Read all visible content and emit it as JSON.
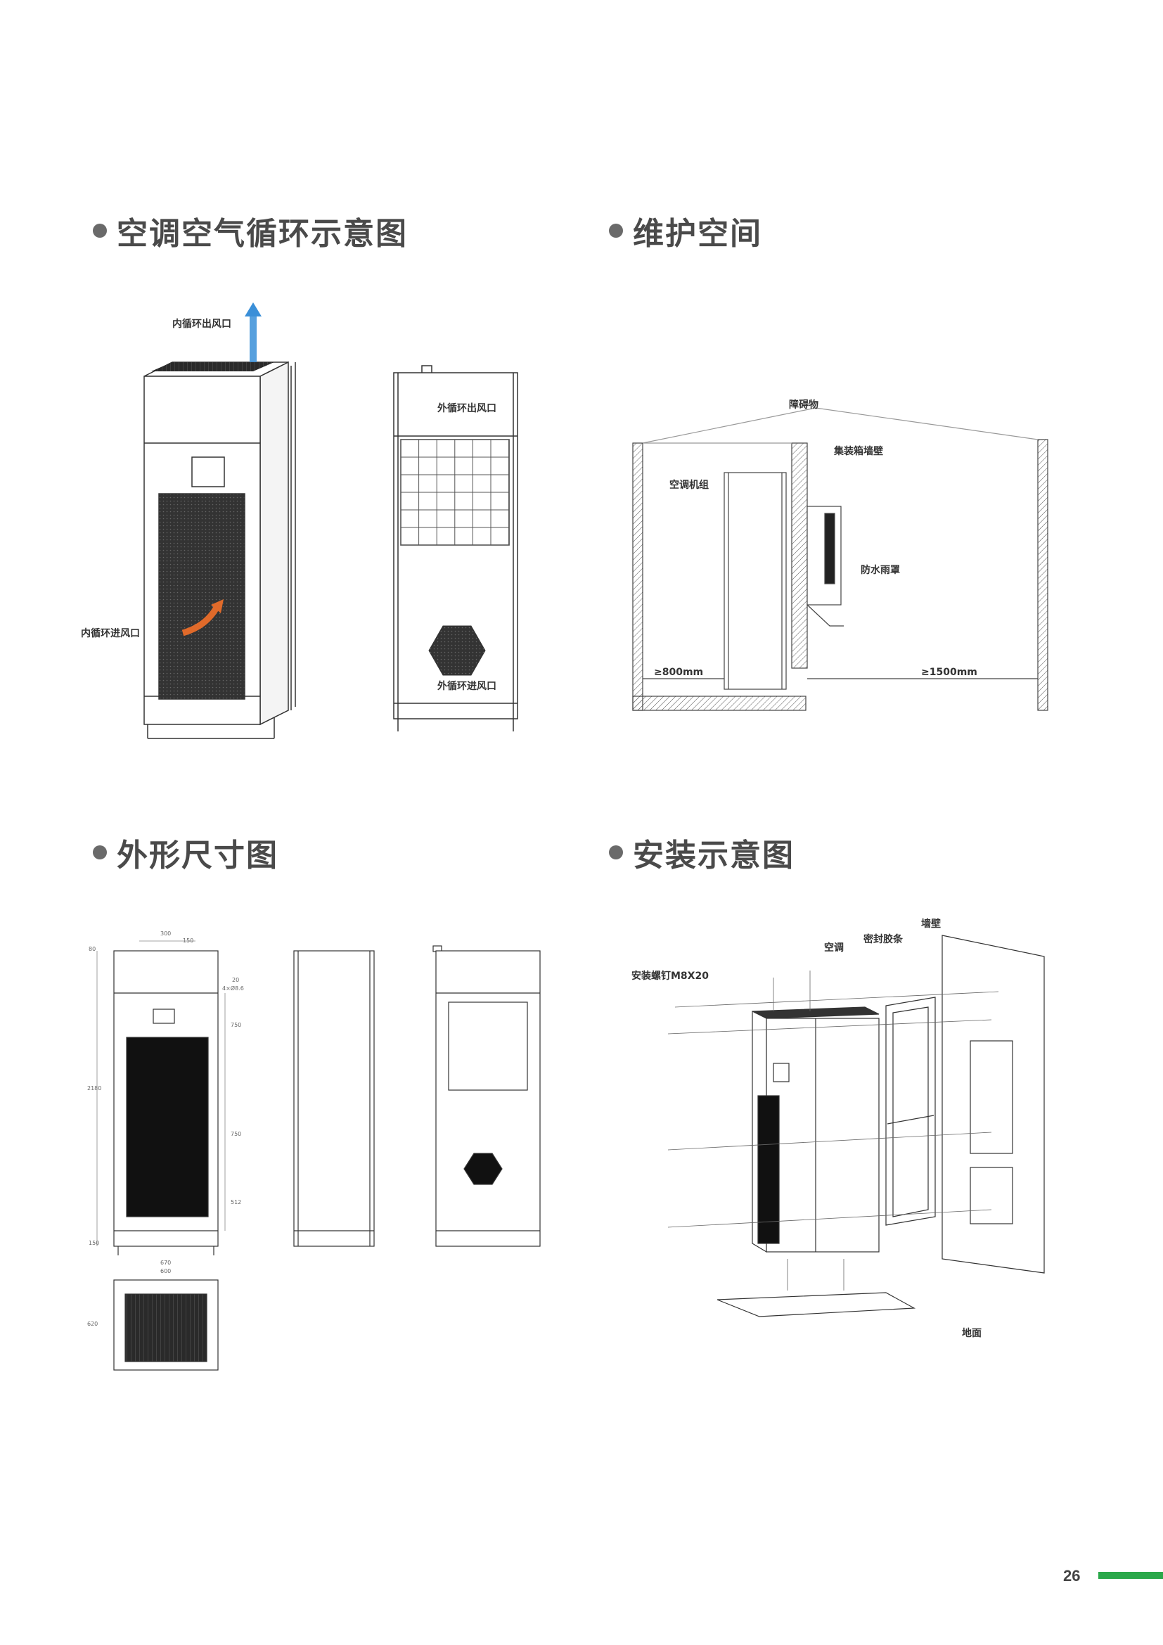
{
  "sections": {
    "airflow_title": "空调空气循环示意图",
    "maintenance_title": "维护空间",
    "dimensions_title": "外形尺寸图",
    "installation_title": "安装示意图"
  },
  "airflow": {
    "inner_outlet": "内循环出风口",
    "inner_inlet": "内循环进风口",
    "outer_outlet": "外循环出风口",
    "outer_inlet": "外循环进风口"
  },
  "maintenance": {
    "obstacle": "障碍物",
    "container_wall": "集装箱墙壁",
    "ac_unit": "空调机组",
    "rain_cover": "防水雨罩",
    "left_clearance": "≥800mm",
    "right_clearance": "≥1500mm"
  },
  "dimensions": {
    "top_width": "300",
    "top_offset": "150",
    "side_offset": "80",
    "hole_spec": "4×Ø8.6",
    "dim_a": "20",
    "height": "2180",
    "seg_1": "750",
    "seg_2": "750",
    "seg_3": "512",
    "base_h": "150",
    "plan_width": "670",
    "plan_inner": "600",
    "plan_depth": "620"
  },
  "installation": {
    "wall": "墙壁",
    "seal_strip": "密封胶条",
    "ac": "空调",
    "screw": "安装螺钉M8X20",
    "ground": "地面"
  },
  "page": {
    "number": "26"
  },
  "colors": {
    "accent": "#2aa84a",
    "arrow_blue": "#3a8fd8",
    "arrow_orange": "#e06a2a"
  }
}
